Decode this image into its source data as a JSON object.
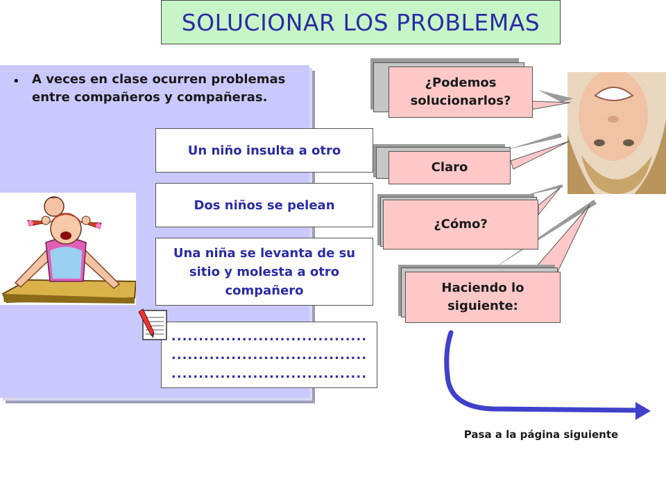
{
  "title": "SOLUCIONAR LOS PROBLEMAS",
  "intro": {
    "bullet": "•",
    "text": "A  veces en clase ocurren problemas entre compañeros y compañeras."
  },
  "situations": [
    "Un niño insulta a otro",
    "Dos niños se pelean",
    "Una niña se levanta de su sitio y molesta a otro compañero"
  ],
  "blank_lines": [
    "....................................",
    "....................................",
    "...................................."
  ],
  "bubbles": [
    "¿Podemos solucionarlos?",
    "Claro",
    "¿Cómo?",
    "Haciendo lo siguiente:"
  ],
  "next_page": "Pasa a la página siguiente",
  "colors": {
    "title_bg": "#c7f5c7",
    "title_text": "#2b2ba5",
    "panel_bg": "#c9c9ff",
    "bubble_bg": "#ffc8c8",
    "arrow": "#4040cc"
  }
}
